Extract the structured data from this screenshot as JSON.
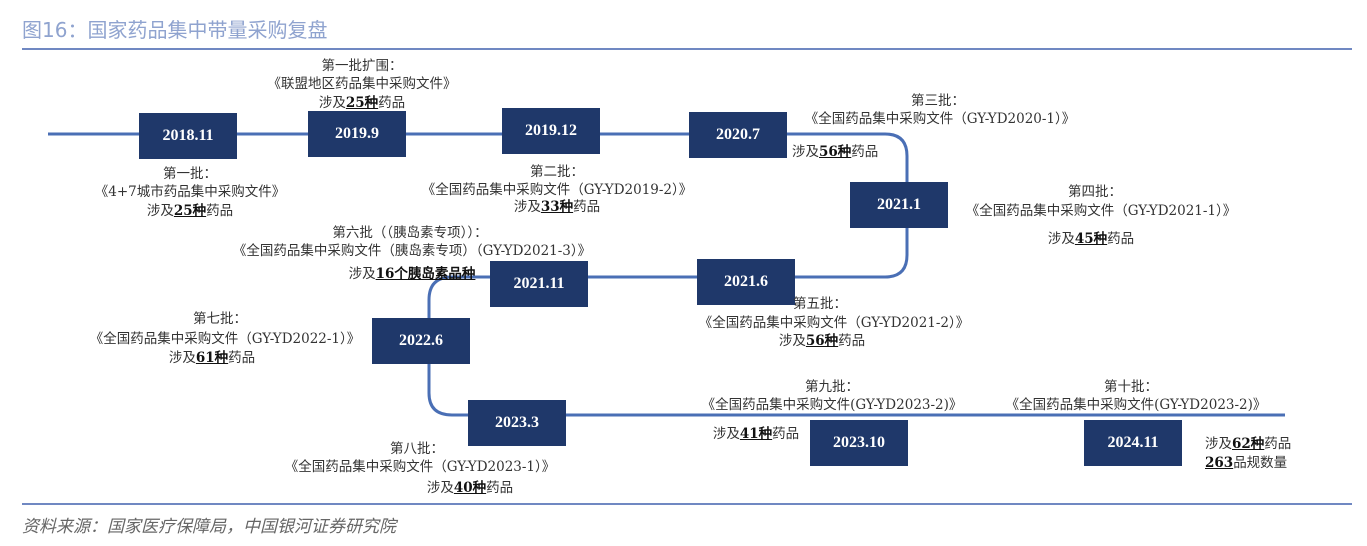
{
  "title": "图16：国家药品集中带量采购复盘",
  "source": "资料来源：国家医疗保障局，中国银河证券研究院",
  "colors": {
    "box": "#1f386a",
    "line": "#4a6fb5",
    "title": "#8fa3cf"
  },
  "dates": [
    "2018.11",
    "2019.9",
    "2019.12",
    "2020.7",
    "2021.1",
    "2021.6",
    "2021.11",
    "2022.6",
    "2023.3",
    "2023.10",
    "2024.11"
  ],
  "batches": {
    "b1": {
      "label": "第一批：",
      "doc": "《4+7城市药品集中采购文件》",
      "pre": "涉及",
      "amt": "25种",
      "suf": "药品"
    },
    "ex": {
      "label": "第一批扩围：",
      "doc": "《联盟地区药品集中采购文件》",
      "pre": "涉及",
      "amt": "25种",
      "suf": "药品"
    },
    "b2": {
      "label": "第二批：",
      "doc": "《全国药品集中采购文件（GY-YD2019-2）》",
      "pre": "涉及",
      "amt": "33种",
      "suf": "药品"
    },
    "b3": {
      "label": "第三批：",
      "doc": "《全国药品集中采购文件（GY-YD2020-1）》",
      "pre": "涉及",
      "amt": "56种",
      "suf": "药品"
    },
    "b4": {
      "label": "第四批：",
      "doc": "《全国药品集中采购文件（GY-YD2021-1）》",
      "pre": "涉及",
      "amt": "45种",
      "suf": "药品"
    },
    "b5": {
      "label": "第五批：",
      "doc": "《全国药品集中采购文件（GY-YD2021-2）》",
      "pre": "涉及",
      "amt": "56种",
      "suf": "药品"
    },
    "b6": {
      "label": "第六批（（胰岛素专项））：",
      "doc": "《全国药品集中采购文件（胰岛素专项）（GY-YD2021-3）》",
      "pre": "涉及",
      "amt": "16个胰岛素品种"
    },
    "b7": {
      "label": "第七批：",
      "doc": "《全国药品集中采购文件（GY-YD2022-1）》",
      "pre": "涉及",
      "amt": "61种",
      "suf": "药品"
    },
    "b8": {
      "label": "第八批：",
      "doc": "《全国药品集中采购文件（GY-YD2023-1）》",
      "pre": "涉及",
      "amt": "40种",
      "suf": "药品"
    },
    "b9": {
      "label": "第九批：",
      "doc": "《全国药品集中采购文件(GY-YD2023-2)》",
      "pre": "涉及",
      "amt": "41种",
      "suf": "药品"
    },
    "b10": {
      "label": "第十批：",
      "doc": "《全国药品集中采购文件(GY-YD2023-2)》",
      "pre": "涉及",
      "amt": "62种",
      "suf": "药品",
      "amt2": "263",
      "suf2": "品规数量"
    }
  }
}
